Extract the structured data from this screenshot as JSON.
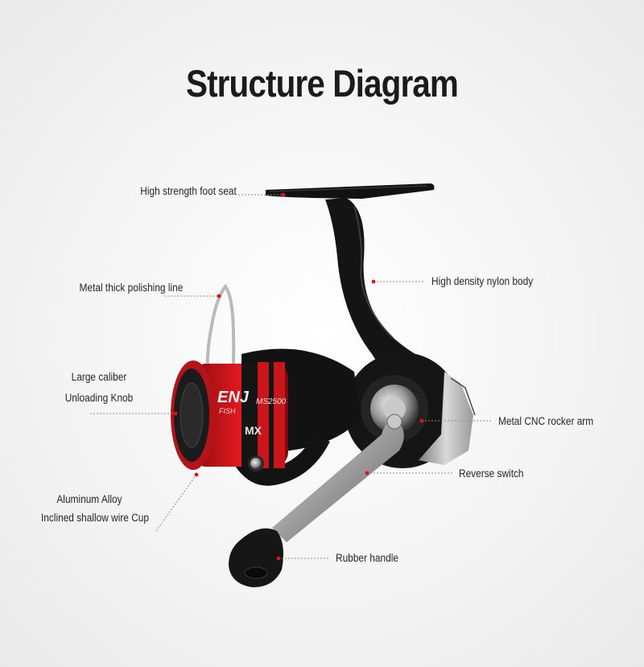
{
  "title": "Structure Diagram",
  "parts": [
    {
      "id": "foot-seat",
      "label": "High strength foot seat"
    },
    {
      "id": "nylon-body",
      "label": "High density nylon body"
    },
    {
      "id": "polishing-line",
      "label": "Metal thick polishing line"
    },
    {
      "id": "unloading-knob",
      "lines": [
        "Large caliber",
        "Unloading Knob"
      ]
    },
    {
      "id": "rocker-arm",
      "label": "Metal CNC rocker arm"
    },
    {
      "id": "reverse-switch",
      "label": "Reverse switch"
    },
    {
      "id": "wire-cup",
      "lines": [
        "Aluminum Alloy",
        "Inclined shallow wire Cup"
      ]
    },
    {
      "id": "rubber-handle",
      "label": "Rubber handle"
    }
  ],
  "reel_text": {
    "brand": "ENJ",
    "sub": "FISH",
    "model": "MS2500",
    "mark": "MX"
  },
  "colors": {
    "accent_red": "#d8161c",
    "body_black": "#141414",
    "metal": "#a7a7a7",
    "leader": "#8a8a8a"
  }
}
